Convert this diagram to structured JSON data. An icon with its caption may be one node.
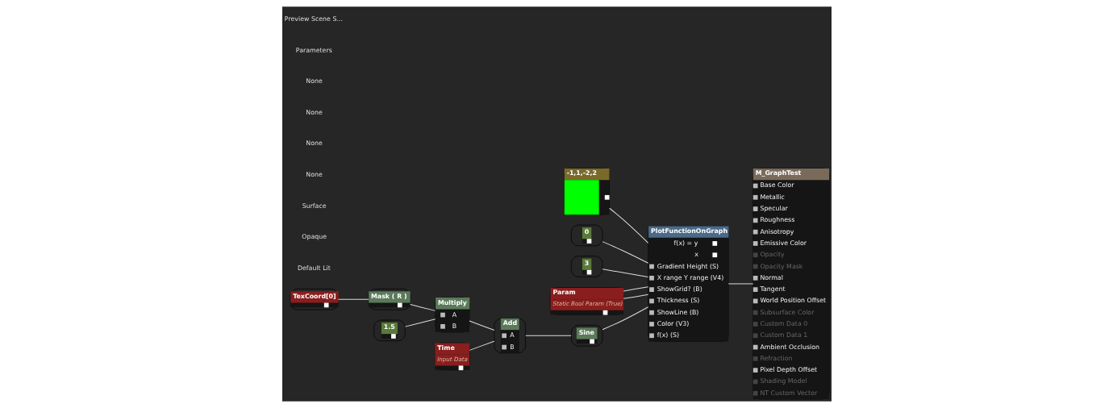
{
  "diagram": {
    "nodes": [
      {
        "text": [
          "-1,1,-2,2"
        ]
      },
      {
        "text": [
          "0"
        ]
      },
      {
        "text": [
          "3"
        ]
      },
      {
        "text": [
          "Param",
          "Static Bool Param (True)"
        ]
      },
      {
        "text": [
          "PlotFunctionOnGraph",
          "Gradient Height (S)",
          "X range Y range (V4)",
          "ShowGrid? (B)",
          "Thickness (S)",
          "ShowLine (B)",
          "Color (V3)",
          "f(x) (S)",
          "f(x) = y",
          "x"
        ]
      },
      {
        "text": [
          "M_GraphTest",
          "Base Color",
          "Metallic",
          "Specular",
          "Roughness",
          "Anisotropy",
          "Emissive Color",
          "Opacity",
          "Opacity Mask",
          "Normal",
          "Tangent",
          "World Position Offset",
          "Subsurface Color",
          "Custom Data 0",
          "Custom Data 1",
          "Ambient Occlusion",
          "Refraction",
          "Pixel Depth Offset",
          "Shading Model",
          "NT Custom Vector"
        ]
      },
      {
        "text": [
          "TexCoord[0]"
        ]
      },
      {
        "text": [
          "Mask ( R )"
        ]
      },
      {
        "text": [
          "Multiply",
          "A",
          "B"
        ]
      },
      {
        "text": [
          "1.5"
        ]
      },
      {
        "text": [
          "Add",
          "A",
          "B"
        ]
      },
      {
        "text": [
          "Sine"
        ]
      },
      {
        "text": [
          "Time",
          "Input Data"
        ]
      }
    ],
    "edges": [
      {
        "from": 0,
        "to": 4,
        "arrow": "none"
      },
      {
        "from": 1,
        "to": 4,
        "arrow": "none"
      },
      {
        "from": 2,
        "to": 4,
        "arrow": "none"
      },
      {
        "from": 3,
        "to": 4,
        "arrow": "none"
      },
      {
        "from": 3,
        "to": 4,
        "arrow": "none"
      },
      {
        "from": 4,
        "to": 5,
        "arrow": "none"
      },
      {
        "from": 6,
        "to": 7,
        "arrow": "none"
      },
      {
        "from": 7,
        "to": 8,
        "arrow": "none"
      },
      {
        "from": 9,
        "to": 8,
        "arrow": "none"
      },
      {
        "from": 8,
        "to": 10,
        "arrow": "none"
      },
      {
        "from": 12,
        "to": 10,
        "arrow": "none"
      },
      {
        "from": 10,
        "to": 11,
        "arrow": "none"
      },
      {
        "from": 11,
        "to": 4,
        "arrow": "none"
      }
    ],
    "labels": [
      "Preview Scene S...",
      "Parameters",
      "None",
      "None",
      "None",
      "None",
      "Surface",
      "Opaque",
      "Default Lit"
    ]
  }
}
